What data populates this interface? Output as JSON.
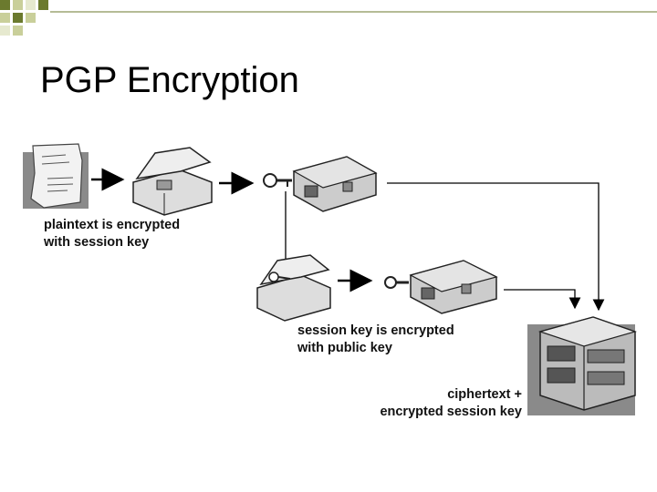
{
  "slide": {
    "title": "PGP Encryption"
  },
  "diagram": {
    "step1_label": [
      "plaintext is encrypted",
      "with session key"
    ],
    "step2_label": [
      "session key is encrypted",
      "with public key"
    ],
    "result_label": [
      "ciphertext +",
      "encrypted session key"
    ]
  },
  "colors": {
    "accent": "#6b7a2e",
    "accent_light": "#c9cf9a",
    "accent_pale": "#e6e9cf",
    "line": "#000000"
  }
}
